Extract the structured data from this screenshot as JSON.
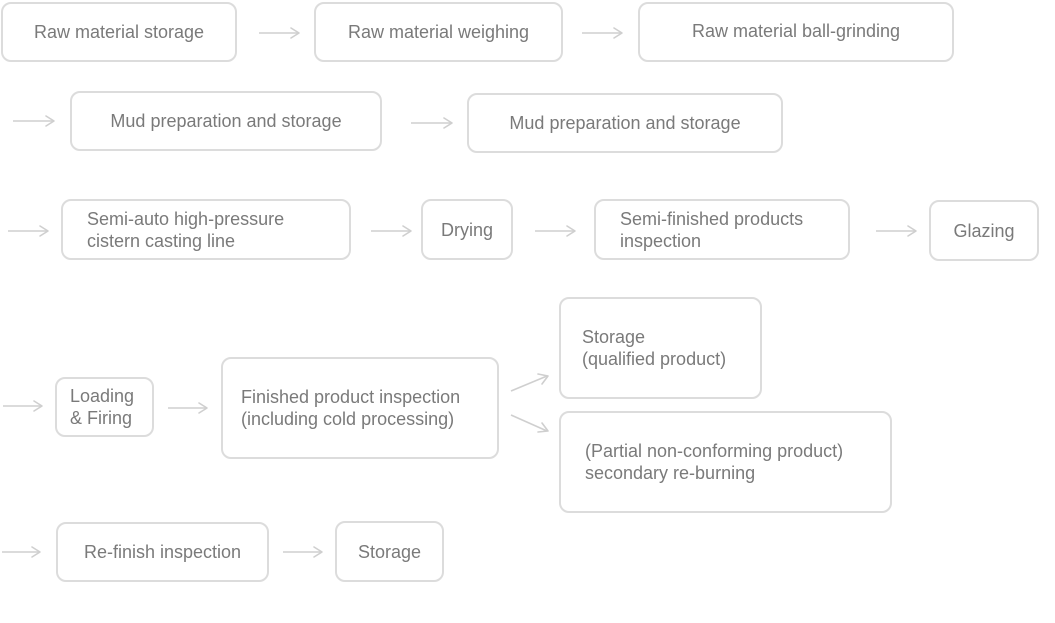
{
  "diagram": {
    "steps": {
      "raw_storage": "Raw material storage",
      "raw_weighing": "Raw material weighing",
      "raw_grinding": "Raw material ball-grinding",
      "mud_prep_1": "Mud preparation and storage",
      "mud_prep_2": "Mud preparation and storage",
      "casting_line": "Semi-auto high-pressure\ncistern casting line",
      "drying": "Drying",
      "semi_inspection": "Semi-finished products\ninspection",
      "glazing": "Glazing",
      "loading_firing": "Loading\n& Firing",
      "finished_inspection": "Finished product inspection\n(including cold processing)",
      "storage_qualified": "Storage\n(qualified product)",
      "reburning": "(Partial non-conforming product)\nsecondary re-burning",
      "refinish_inspection": "Re-finish inspection",
      "storage_final": "Storage"
    }
  }
}
